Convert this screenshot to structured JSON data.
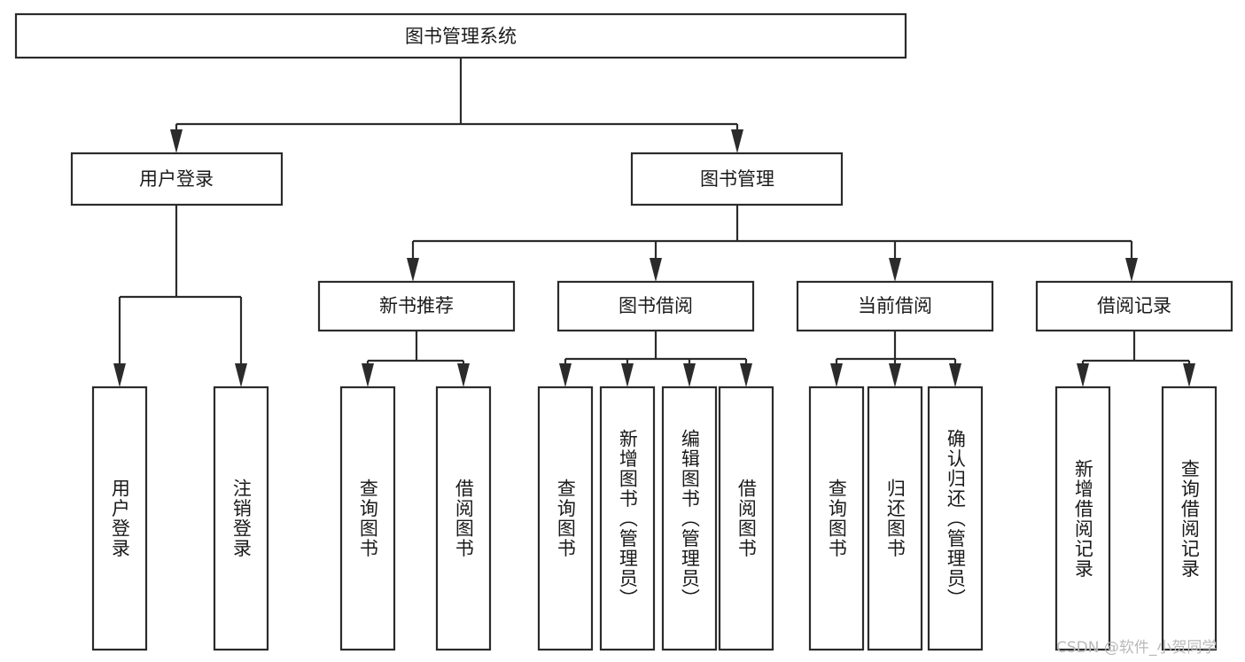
{
  "diagram": {
    "title": "图书管理系统",
    "type": "tree-hierarchy-chart",
    "orientation": "top-down",
    "root": {
      "id": "root",
      "label": "图书管理系统",
      "orientation": "horizontal"
    },
    "level2": [
      {
        "id": "user-login",
        "label": "用户登录",
        "orientation": "horizontal"
      },
      {
        "id": "book-manage",
        "label": "图书管理",
        "orientation": "horizontal"
      }
    ],
    "level3": [
      {
        "id": "new-book-recommend",
        "label": "新书推荐",
        "orientation": "horizontal",
        "parent": "book-manage"
      },
      {
        "id": "book-borrow",
        "label": "图书借阅",
        "orientation": "horizontal",
        "parent": "book-manage"
      },
      {
        "id": "current-borrow",
        "label": "当前借阅",
        "orientation": "horizontal",
        "parent": "book-manage"
      },
      {
        "id": "borrow-record",
        "label": "借阅记录",
        "orientation": "horizontal",
        "parent": "book-manage"
      }
    ],
    "leaves": [
      {
        "id": "leaf-user-login",
        "label": "用户登录",
        "orientation": "vertical",
        "parent": "user-login"
      },
      {
        "id": "leaf-user-logout",
        "label": "注销登录",
        "orientation": "vertical",
        "parent": "user-login"
      },
      {
        "id": "leaf-query-book-1",
        "label": "查询图书",
        "orientation": "vertical",
        "parent": "new-book-recommend"
      },
      {
        "id": "leaf-borrow-book-1",
        "label": "借阅图书",
        "orientation": "vertical",
        "parent": "new-book-recommend"
      },
      {
        "id": "leaf-query-book-2",
        "label": "查询图书",
        "orientation": "vertical",
        "parent": "book-borrow"
      },
      {
        "id": "leaf-add-book",
        "label": "新增图书（管理员）",
        "orientation": "vertical",
        "parent": "book-borrow"
      },
      {
        "id": "leaf-edit-book",
        "label": "编辑图书（管理员）",
        "orientation": "vertical",
        "parent": "book-borrow"
      },
      {
        "id": "leaf-borrow-book-2",
        "label": "借阅图书",
        "orientation": "vertical",
        "parent": "book-borrow"
      },
      {
        "id": "leaf-query-book-3",
        "label": "查询图书",
        "orientation": "vertical",
        "parent": "current-borrow"
      },
      {
        "id": "leaf-return-book",
        "label": "归还图书",
        "orientation": "vertical",
        "parent": "current-borrow"
      },
      {
        "id": "leaf-confirm-return",
        "label": "确认归还（管理员）",
        "orientation": "vertical",
        "parent": "current-borrow"
      },
      {
        "id": "leaf-add-record",
        "label": "新增借阅记录",
        "orientation": "vertical",
        "parent": "borrow-record"
      },
      {
        "id": "leaf-query-record",
        "label": "查询借阅记录",
        "orientation": "vertical",
        "parent": "borrow-record"
      }
    ],
    "colors": {
      "stroke": "#2b2b2b",
      "fill": "#ffffff",
      "text": "#1a1a1a",
      "background": "#ffffff",
      "watermark": "#b9b9b9"
    }
  },
  "watermark": {
    "text": "CSDN @软件_小贺同学"
  }
}
